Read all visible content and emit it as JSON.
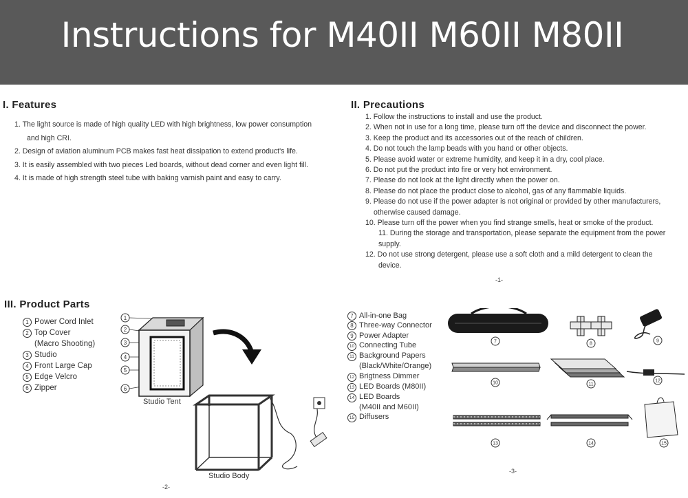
{
  "banner": {
    "title": "Instructions for M40II M60II M80II"
  },
  "features": {
    "heading": "I.  Features",
    "items": [
      "1. The light source is made of high quality LED with high brightness, low power consumption",
      "and high CRI.",
      "2. Design of aviation aluminum PCB makes fast heat dissipation to extend product's life.",
      "3. It is easily assembled with two pieces Led  boards, without dead corner and even light fill.",
      "4. It is made of high strength steel tube with baking varnish paint and easy to carry."
    ]
  },
  "precautions": {
    "heading": "II.  Precautions",
    "items": [
      "1. Follow the instructions to install and use the product.",
      "2. When not in use for a long time, please turn off the device and disconnect the power.",
      "3. Keep the product and its accessories out of the reach of children.",
      "4. Do not touch the lamp beads with you hand or other objects.",
      "5. Please avoid water or extreme humidity, and keep it in a dry, cool place.",
      "6. Do not put the product into fire or very hot environment.",
      "7. Please do not look at the light directly when the power on.",
      "8. Please do not place the product close to alcohol, gas of any flammable liquids.",
      "9. Please do not use if the power adapter is not original or provided by other manufacturers,",
      "otherwise caused damage.",
      "10. Please turn off the power when you find strange smells, heat or smoke of the product.",
      "11. During the storage and transportation, please separate the equipment from the power",
      "supply.",
      "12. Do not use strong detergent, please use a soft cloth and a mild detergent to clean the",
      "device."
    ],
    "page": "-1-"
  },
  "product_parts": {
    "heading": "III.  Product Parts",
    "left_parts": [
      {
        "num": "1",
        "text": "Power Cord Inlet"
      },
      {
        "num": "2",
        "text": "Top Cover"
      },
      {
        "num": "",
        "text": "(Macro Shooting)"
      },
      {
        "num": "3",
        "text": "Studio"
      },
      {
        "num": "4",
        "text": "Front Large Cap"
      },
      {
        "num": "5",
        "text": "Edge Velcro"
      },
      {
        "num": "6",
        "text": "Zipper"
      }
    ],
    "studio_tent_label": "Studio Tent",
    "studio_body_label": "Studio Body",
    "page_left": "-2-",
    "right_parts": [
      {
        "num": "7",
        "text": "All-in-one Bag"
      },
      {
        "num": "8",
        "text": "Three-way Connector"
      },
      {
        "num": "9",
        "text": "Power Adapter"
      },
      {
        "num": "10",
        "text": "Connecting Tube"
      },
      {
        "num": "11",
        "text": "Background Papers"
      },
      {
        "num": "",
        "text": "(Black/White/Orange)"
      },
      {
        "num": "12",
        "text": "Brigtness Dimmer"
      },
      {
        "num": "13",
        "text": "LED Boards (M80II)"
      },
      {
        "num": "14",
        "text": "LED Boards"
      },
      {
        "num": "",
        "text": "(M40II and M60II)"
      },
      {
        "num": "15",
        "text": "Diffusers"
      }
    ],
    "page_right": "-3-"
  }
}
